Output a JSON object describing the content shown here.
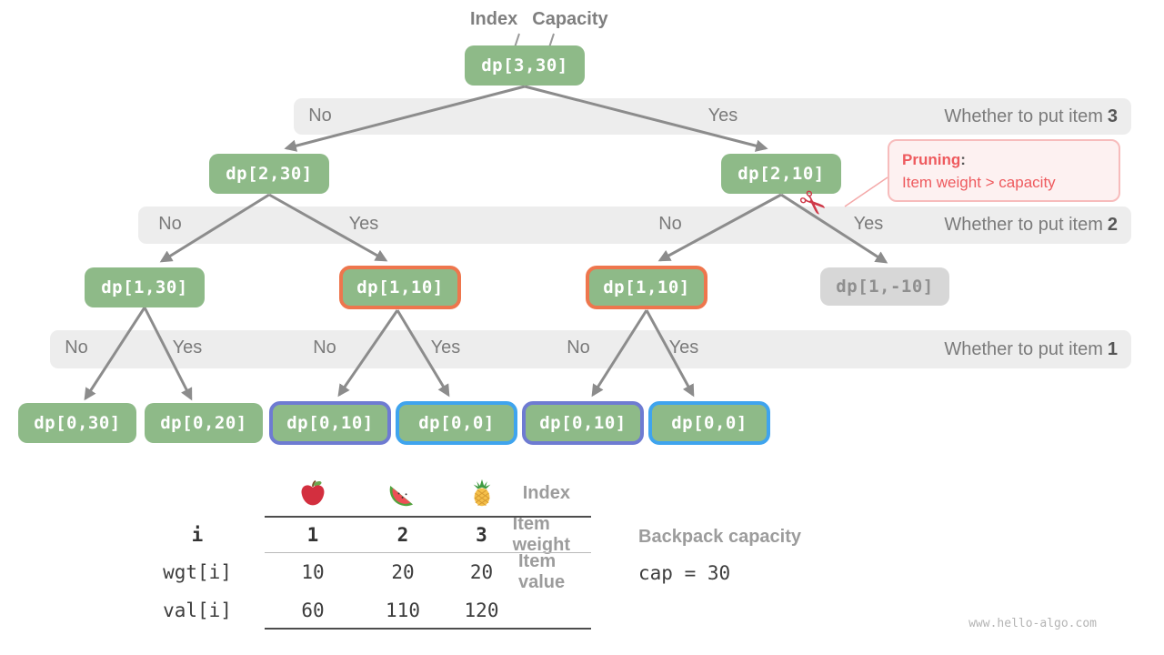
{
  "pointer_labels": {
    "index": "Index",
    "capacity": "Capacity"
  },
  "nodes": {
    "dp330": "dp[3,30]",
    "dp230": "dp[2,30]",
    "dp210": "dp[2,10]",
    "dp130": "dp[1,30]",
    "dp110a": "dp[1,10]",
    "dp110b": "dp[1,10]",
    "dp1n10": "dp[1,-10]",
    "dp030": "dp[0,30]",
    "dp020": "dp[0,20]",
    "dp010a": "dp[0,10]",
    "dp000a": "dp[0,0]",
    "dp010b": "dp[0,10]",
    "dp000b": "dp[0,0]"
  },
  "bands": {
    "b1": {
      "labels": [
        "No",
        "Yes"
      ],
      "question": "Whether to put item",
      "item": "3"
    },
    "b2": {
      "labels": [
        "No",
        "Yes",
        "No",
        "Yes"
      ],
      "question": "Whether to put item",
      "item": "2"
    },
    "b3": {
      "labels": [
        "No",
        "Yes",
        "No",
        "Yes",
        "No",
        "Yes"
      ],
      "question": "Whether to put item",
      "item": "1"
    }
  },
  "pruning": {
    "title": "Pruning",
    "colon": ":",
    "detail": "Item weight > capacity"
  },
  "scissors_icon": "✂",
  "table": {
    "row_labels": [
      "Index",
      "Item weight",
      "Item value"
    ],
    "fruit_icons": [
      "apple-icon",
      "watermelon-icon",
      "pineapple-icon"
    ],
    "index_row": [
      "i",
      "1",
      "2",
      "3"
    ],
    "weight_row": [
      "wgt[i]",
      "10",
      "20",
      "20"
    ],
    "value_row": [
      "val[i]",
      "60",
      "110",
      "120"
    ]
  },
  "capacity_info": {
    "label": "Backpack capacity",
    "value": "cap = 30"
  },
  "watermark": "www.hello-algo.com",
  "colors": {
    "node_green": "#8eba88",
    "gray_node_bg": "#d7d7d7",
    "band_bg": "#ededed",
    "arrow_gray": "#8c8c8c",
    "prune_red": "#ee5a5e",
    "orange_border": "#ee764d",
    "purple_border": "#6e7bd2",
    "blue_border": "#3fa4ee"
  }
}
